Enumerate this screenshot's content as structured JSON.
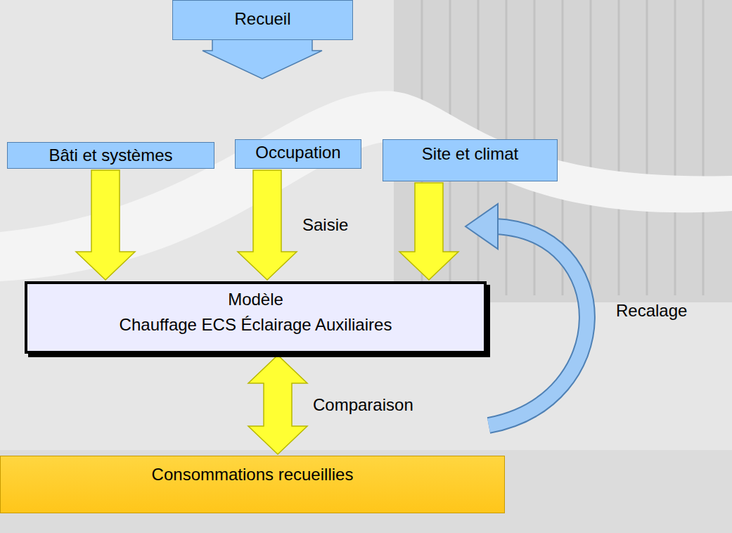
{
  "diagram": {
    "nodes": [
      {
        "text": [
          "Recueil"
        ]
      },
      {
        "text": [
          "Bâti et systèmes"
        ]
      },
      {
        "text": [
          "Occupation"
        ]
      },
      {
        "text": [
          "Site et climat"
        ]
      },
      {
        "text": [
          "Modèle",
          "Chauffage ECS Éclairage Auxiliaires"
        ]
      },
      {
        "text": [
          "Consommations recueillies"
        ]
      }
    ],
    "edges": [
      {
        "from": 1,
        "to": 4,
        "arrow": "to"
      },
      {
        "from": 2,
        "to": 4,
        "label": "Saisie",
        "arrow": "to"
      },
      {
        "from": 3,
        "to": 4,
        "arrow": "to"
      },
      {
        "from": 4,
        "to": 5,
        "label": "Comparaison",
        "arrow": "both"
      }
    ],
    "labels": [
      "Recalage"
    ]
  }
}
